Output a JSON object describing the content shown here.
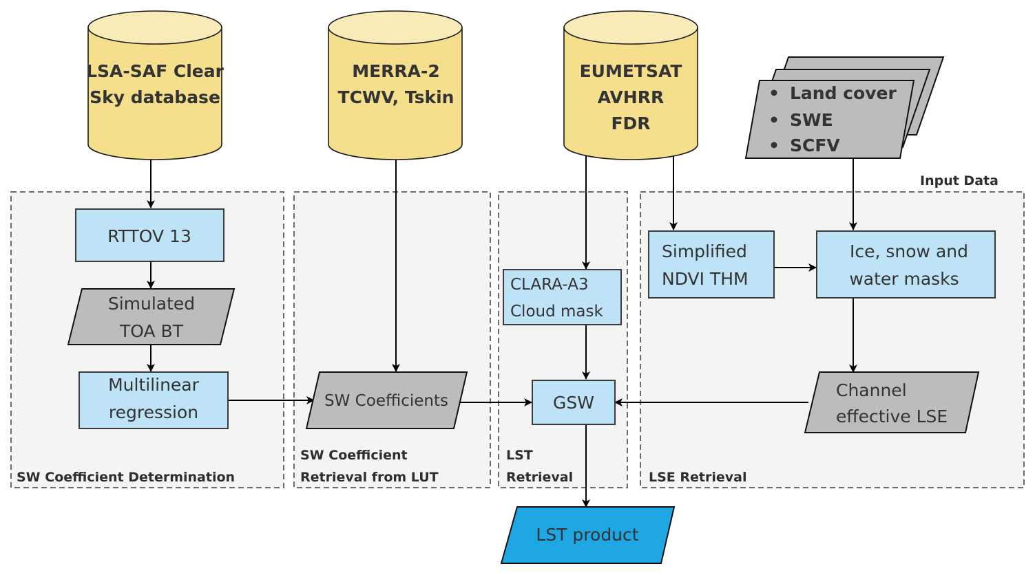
{
  "diagram": {
    "title_label": "Input Data",
    "groups": [
      {
        "id": "sw-coef-det",
        "label_lines": [
          "SW Coefficient Determination"
        ]
      },
      {
        "id": "sw-coef-lut",
        "label_lines": [
          "SW Coefficient",
          "Retrieval from LUT"
        ]
      },
      {
        "id": "lst-retrieval",
        "label_lines": [
          "LST",
          "Retrieval"
        ]
      },
      {
        "id": "lse-retrieval",
        "label_lines": [
          "LSE Retrieval"
        ]
      }
    ],
    "inputs": [
      {
        "id": "lsa-saf",
        "lines": [
          "LSA-SAF Clear",
          "Sky database"
        ]
      },
      {
        "id": "merra2",
        "lines": [
          "MERRA-2",
          "TCWV, Tskin"
        ]
      },
      {
        "id": "eumetsat",
        "lines": [
          "EUMETSAT",
          "AVHRR",
          "FDR"
        ]
      },
      {
        "id": "aux-data",
        "bullets": [
          "Land cover",
          "SWE",
          "SCFV"
        ],
        "bullet_glyph": "•"
      }
    ],
    "nodes": [
      {
        "id": "rttov",
        "shape": "process",
        "lines": [
          "RTTOV 13"
        ]
      },
      {
        "id": "sim-toa",
        "shape": "data",
        "lines": [
          "Simulated",
          "TOA BT"
        ]
      },
      {
        "id": "multilinear",
        "shape": "process",
        "lines": [
          "Multilinear",
          "regression"
        ]
      },
      {
        "id": "sw-coef",
        "shape": "data",
        "lines": [
          "SW Coefficients"
        ]
      },
      {
        "id": "clara",
        "shape": "process",
        "lines": [
          "CLARA-A3",
          "Cloud mask"
        ]
      },
      {
        "id": "gsw",
        "shape": "process",
        "lines": [
          "GSW"
        ]
      },
      {
        "id": "ndvi",
        "shape": "process",
        "lines": [
          "Simplified",
          "NDVI THM"
        ]
      },
      {
        "id": "masks",
        "shape": "process",
        "lines": [
          "Ice, snow and",
          "water masks"
        ]
      },
      {
        "id": "lse",
        "shape": "data",
        "lines": [
          "Channel",
          "effective LSE"
        ]
      },
      {
        "id": "lst-product",
        "shape": "output",
        "lines": [
          "LST product"
        ]
      }
    ],
    "edges": [
      [
        "lsa-saf",
        "rttov"
      ],
      [
        "rttov",
        "sim-toa"
      ],
      [
        "sim-toa",
        "multilinear"
      ],
      [
        "multilinear",
        "sw-coef"
      ],
      [
        "merra2",
        "sw-coef"
      ],
      [
        "sw-coef",
        "gsw"
      ],
      [
        "eumetsat",
        "clara"
      ],
      [
        "eumetsat",
        "ndvi"
      ],
      [
        "clara",
        "gsw"
      ],
      [
        "aux-data",
        "masks"
      ],
      [
        "ndvi",
        "masks"
      ],
      [
        "masks",
        "lse"
      ],
      [
        "lse",
        "gsw"
      ],
      [
        "gsw",
        "lst-product"
      ]
    ],
    "colors": {
      "input_db": "#f5df8c",
      "process": "#bee3f7",
      "data": "#bcbcbc",
      "output": "#1ea7e2",
      "group_bg": "#f4f4f3"
    }
  }
}
